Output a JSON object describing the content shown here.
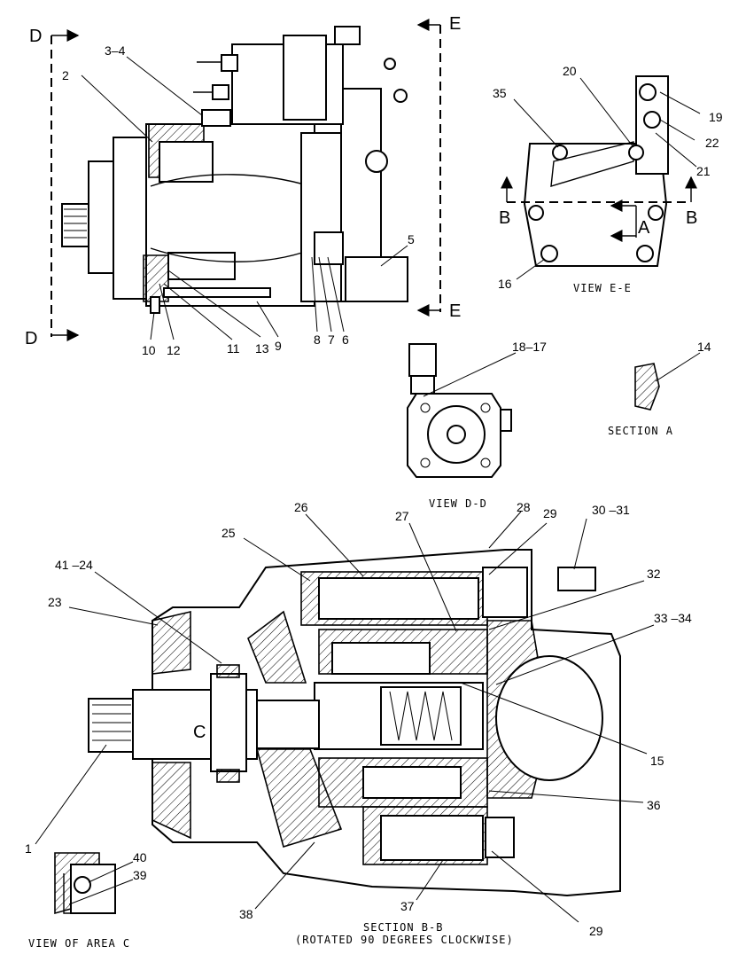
{
  "view_labels": {
    "d_top": "D",
    "d_bottom": "D",
    "e_top": "E",
    "e_bottom": "E",
    "b_left": "B",
    "b_right": "B",
    "a_arrow": "A",
    "c_area": "C"
  },
  "captions": {
    "view_e": "VIEW E-E",
    "section_a": "SECTION A",
    "view_d": "VIEW D-D",
    "view_area_c": "VIEW OF AREA C",
    "section_b_line1": "SECTION B-B",
    "section_b_line2": "(ROTATED 90 DEGREES CLOCKWISE)"
  },
  "callouts": {
    "c1": "1",
    "c2": "2",
    "c3_4": "3–4",
    "c5": "5",
    "c6": "6",
    "c7": "7",
    "c8": "8",
    "c9": "9",
    "c10": "10",
    "c11": "11",
    "c12": "12",
    "c13": "13",
    "c14": "14",
    "c15": "15",
    "c16": "16",
    "c18_17": "18–17",
    "c19": "19",
    "c20": "20",
    "c21": "21",
    "c22": "22",
    "c23": "23",
    "c25": "25",
    "c26": "26",
    "c27": "27",
    "c28": "28",
    "c29a": "29",
    "c29b": "29",
    "c30_31": "30 –31",
    "c32": "32",
    "c33_34": "33 –34",
    "c35": "35",
    "c36": "36",
    "c37": "37",
    "c38": "38",
    "c39": "39",
    "c40": "40",
    "c41_24": "41 –24"
  }
}
